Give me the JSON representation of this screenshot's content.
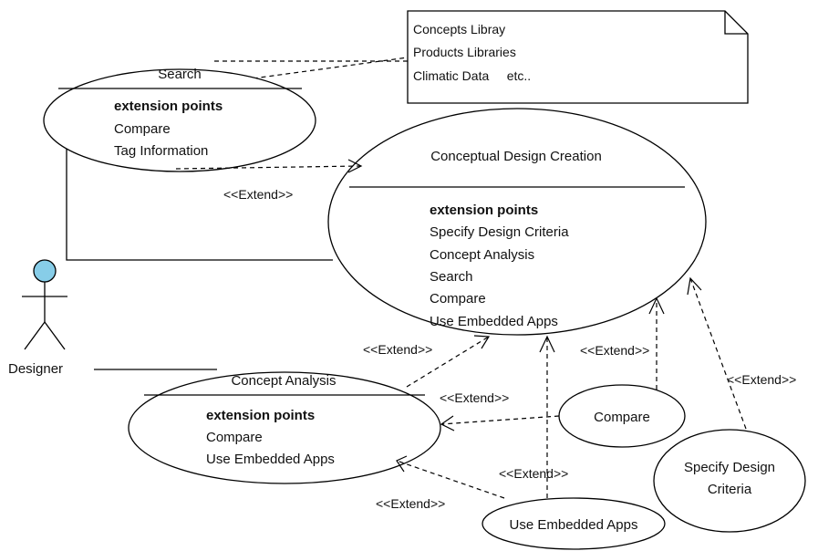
{
  "note": {
    "lines": [
      "Concepts Libray",
      "Products Libraries",
      "Climatic Data     etc.."
    ]
  },
  "actor": {
    "name": "Designer",
    "head_color": "#87cde8"
  },
  "use_cases": {
    "search": {
      "title": "Search",
      "ext_heading": "extension points",
      "points": [
        "Compare",
        "Tag Information"
      ]
    },
    "conceptual": {
      "title": "Conceptual Design Creation",
      "ext_heading": "extension points",
      "points": [
        "Specify Design Criteria",
        "Concept Analysis",
        "Search",
        "Compare",
        "Use Embedded Apps"
      ]
    },
    "concept_analysis": {
      "title": "Concept Analysis",
      "ext_heading": "extension points",
      "points": [
        "Compare",
        "Use Embedded Apps"
      ]
    },
    "compare": {
      "title": "Compare"
    },
    "specify": {
      "title_lines": [
        "Specify Design",
        "Criteria"
      ]
    },
    "embedded": {
      "title": "Use Embedded Apps"
    }
  },
  "extend_label": "<<Extend>>"
}
